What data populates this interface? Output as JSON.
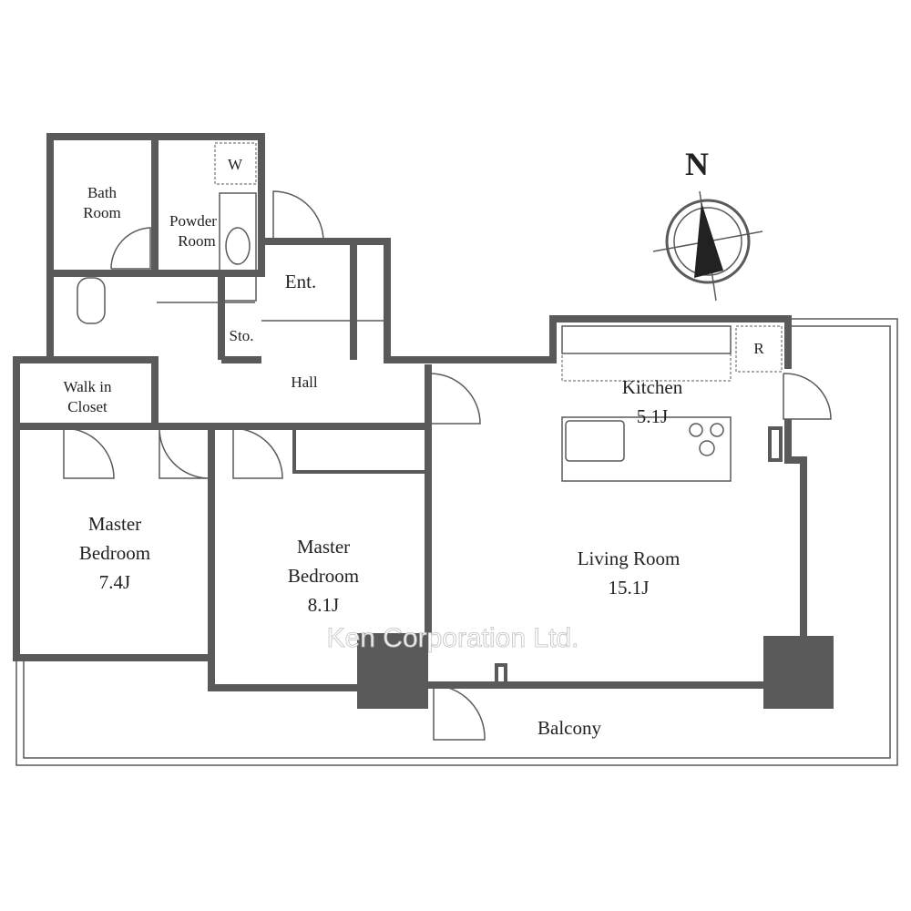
{
  "rooms": {
    "bath": [
      "Bath",
      "Room"
    ],
    "powder": [
      "Powder",
      "Room"
    ],
    "washer": "W",
    "entrance": "Ent.",
    "storage": "Sto.",
    "hall": "Hall",
    "walk_in_closet": [
      "Walk in",
      "Closet"
    ],
    "master_bedroom_1": [
      "Master",
      "Bedroom",
      "7.4J"
    ],
    "master_bedroom_2": [
      "Master",
      "Bedroom",
      "8.1J"
    ],
    "kitchen": [
      "Kitchen",
      "5.1J"
    ],
    "refrigerator": "R",
    "living_room": [
      "Living Room",
      "15.1J"
    ],
    "balcony": "Balcony"
  },
  "compass": {
    "north_label": "N"
  },
  "watermark": "Ken Corporation Ltd.",
  "colors": {
    "wall": "#5a5a5a",
    "background": "#ffffff"
  }
}
